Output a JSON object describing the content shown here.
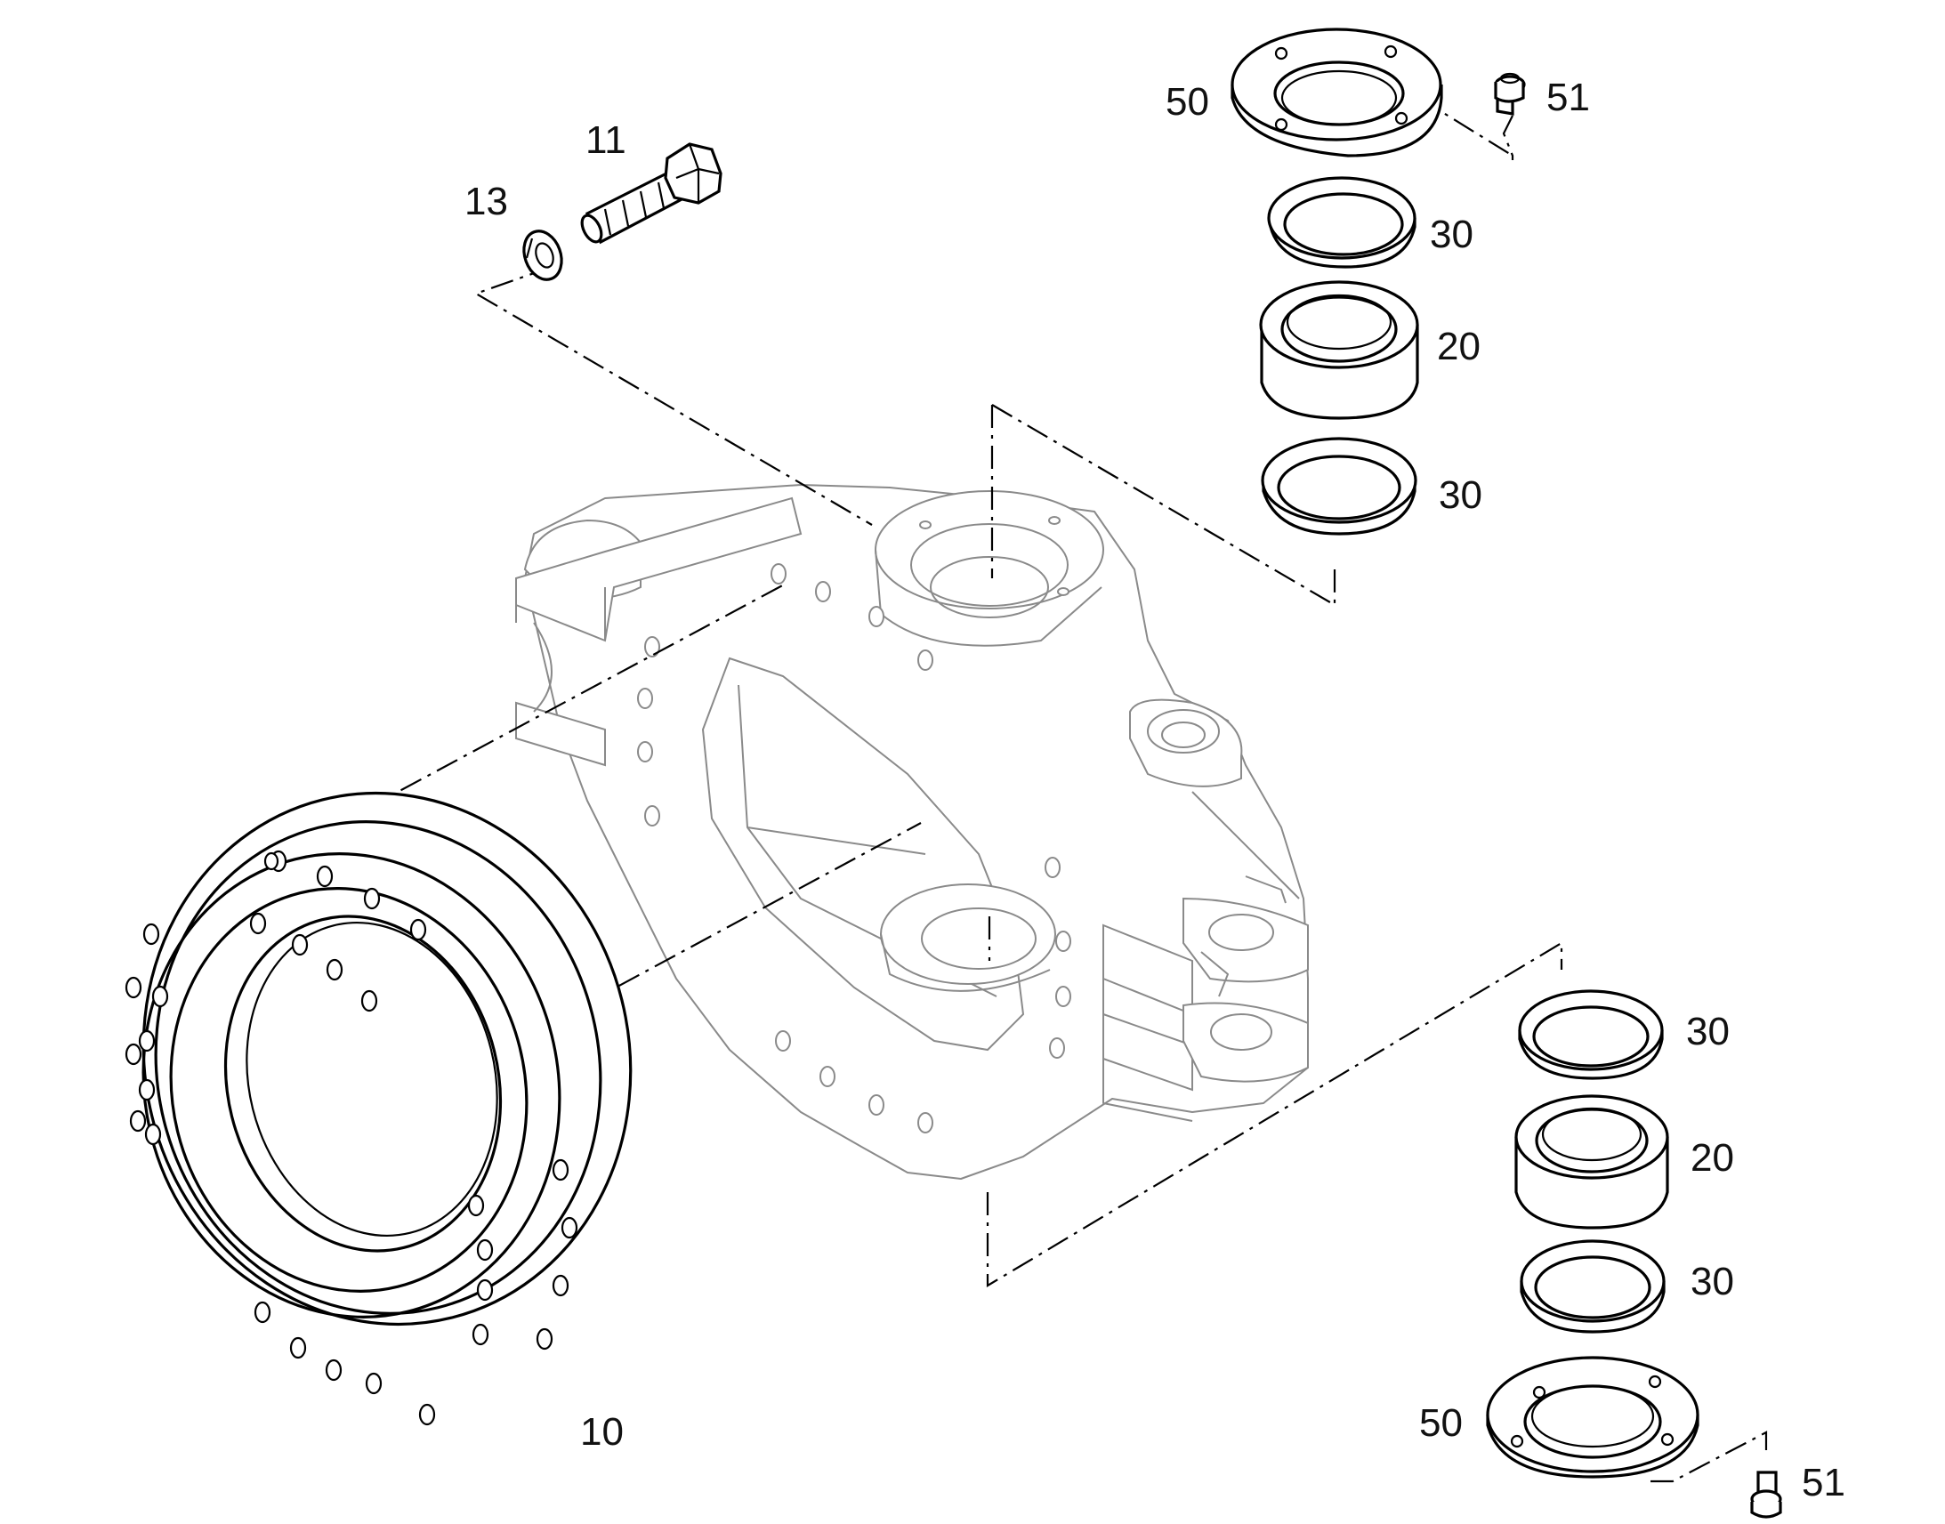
{
  "diagram": {
    "type": "exploded-parts-view",
    "callouts": [
      {
        "id": "c10",
        "text": "10"
      },
      {
        "id": "c11",
        "text": "11"
      },
      {
        "id": "c13",
        "text": "13"
      },
      {
        "id": "c50a",
        "text": "50"
      },
      {
        "id": "c51a",
        "text": "51"
      },
      {
        "id": "c30a",
        "text": "30"
      },
      {
        "id": "c20a",
        "text": "20"
      },
      {
        "id": "c30b",
        "text": "30"
      },
      {
        "id": "c30c",
        "text": "30"
      },
      {
        "id": "c20b",
        "text": "20"
      },
      {
        "id": "c30d",
        "text": "30"
      },
      {
        "id": "c50b",
        "text": "50"
      },
      {
        "id": "c51b",
        "text": "51"
      }
    ]
  }
}
